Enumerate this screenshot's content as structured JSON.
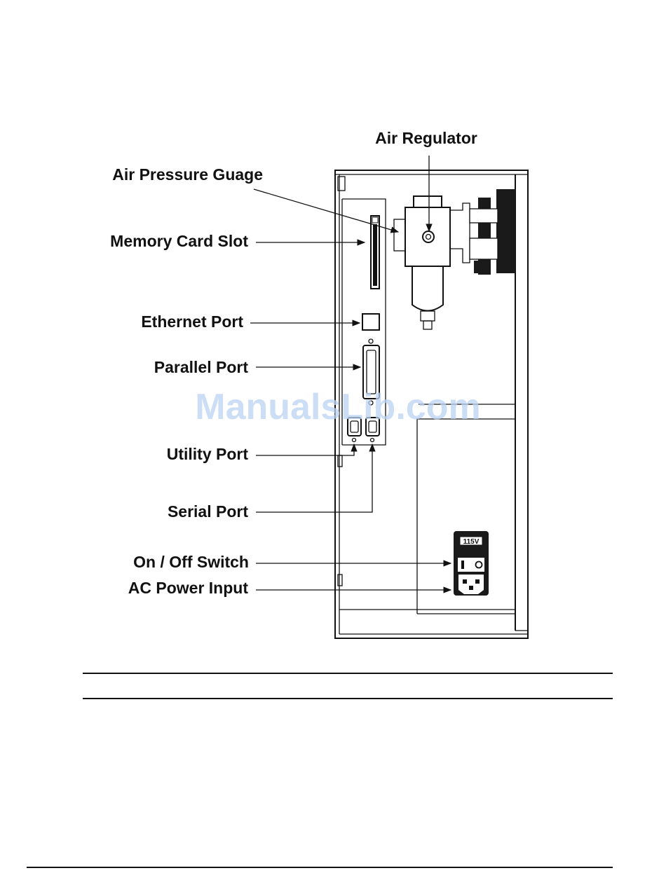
{
  "diagram": {
    "labels": {
      "air_regulator": "Air Regulator",
      "air_pressure_gauge": "Air Pressure Guage",
      "memory_card_slot": "Memory Card Slot",
      "ethernet_port": "Ethernet Port",
      "parallel_port": "Parallel Port",
      "utility_port": "Utility Port",
      "serial_port": "Serial Port",
      "on_off_switch": "On / Off Switch",
      "ac_power_input": "AC Power Input"
    },
    "fuse_label": "115V",
    "watermark": "ManualsLib.com"
  },
  "colors": {
    "line": "#111111",
    "watermark": "#bcd3f2",
    "dark_panel": "#1a1a1a"
  }
}
